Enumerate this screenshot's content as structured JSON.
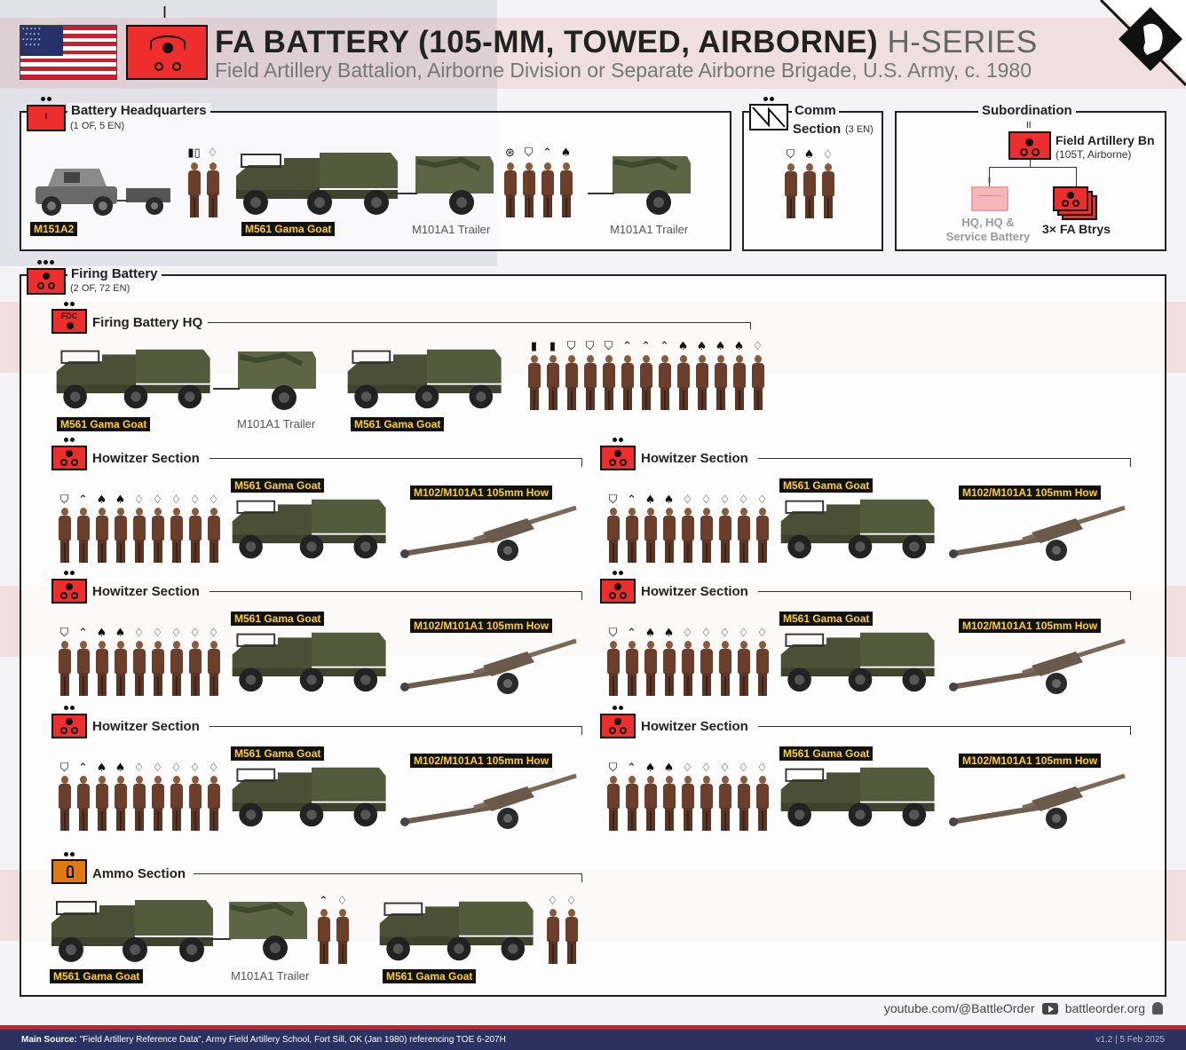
{
  "header": {
    "title": "FA BATTERY (105-MM, TOWED, AIRBORNE)",
    "series": "H-SERIES",
    "subtitle": "Field Artillery Battalion, Airborne Division or Separate Airborne Brigade, U.S. Army, c. 1980",
    "unit_symbol_mark": "I"
  },
  "battery_hq": {
    "title": "Battery Headquarters",
    "strength": "(1 OF, 5 EN)",
    "sym_text": "I",
    "vehicles": {
      "jeep": "M151A2",
      "goat": "M561 Gama Goat",
      "trailer1": "M101A1 Trailer",
      "trailer2": "M101A1 Trailer"
    },
    "ranks_a": [
      "▮▯",
      "♢"
    ],
    "ranks_b": [
      "⊛",
      "⛉",
      "⌃",
      "♠"
    ]
  },
  "comm": {
    "title_1": "Comm",
    "title_2": "Section",
    "strength": "(3 EN)",
    "ranks": [
      "⛉",
      "♠",
      "♢"
    ]
  },
  "subordination": {
    "title": "Subordination",
    "parent_name": "Field Artillery Bn",
    "parent_sub": "(105T, Airborne)",
    "parent_mark": "II",
    "child_mark": "II",
    "child1": "HQ, HQ & Service Battery",
    "child1_line1": "HQ, HQ &",
    "child1_line2": "Service Battery",
    "child2": "3× FA Btrys"
  },
  "firing_battery": {
    "title": "Firing Battery",
    "strength": "(2 OF, 72 EN)"
  },
  "fb_hq": {
    "title": "Firing Battery HQ",
    "sym_text": "FDC",
    "goat1": "M561 Gama Goat",
    "trailer": "M101A1 Trailer",
    "goat2": "M561 Gama Goat",
    "ranks": [
      "▮",
      "▮",
      "⛉",
      "⛉",
      "⛉",
      "⌃",
      "⌃",
      "⌃",
      "♠",
      "♠",
      "♠",
      "♠",
      "♢"
    ]
  },
  "howitzer_sections": [
    {
      "title": "Howitzer Section",
      "goat": "M561 Gama Goat",
      "gun": "M102/M101A1 105mm How"
    },
    {
      "title": "Howitzer Section",
      "goat": "M561 Gama Goat",
      "gun": "M102/M101A1 105mm How"
    },
    {
      "title": "Howitzer Section",
      "goat": "M561 Gama Goat",
      "gun": "M102/M101A1 105mm How"
    },
    {
      "title": "Howitzer Section",
      "goat": "M561 Gama Goat",
      "gun": "M102/M101A1 105mm How"
    },
    {
      "title": "Howitzer Section",
      "goat": "M561 Gama Goat",
      "gun": "M102/M101A1 105mm How"
    },
    {
      "title": "Howitzer Section",
      "goat": "M561 Gama Goat",
      "gun": "M102/M101A1 105mm How"
    }
  ],
  "howitzer_ranks": [
    "⛉",
    "⌃",
    "♠",
    "♠",
    "♢",
    "♢",
    "♢",
    "♢",
    "♢"
  ],
  "ammo": {
    "title": "Ammo Section",
    "goat1": "M561 Gama Goat",
    "trailer": "M101A1 Trailer",
    "goat2": "M561 Gama Goat",
    "ranks_a": [
      "⌃",
      "♢"
    ],
    "ranks_b": [
      "♢",
      "♢"
    ]
  },
  "footer": {
    "youtube": "youtube.com/@BattleOrder",
    "site": "battleorder.org",
    "source_label": "Main Source:",
    "source": "\"Field Artillery Reference Data\", Army Field Artillery School, Fort Sill, OK (Jan 1980) referencing TOE 6-207H",
    "version": "v1.2 | 5 Feb 2025"
  },
  "colors": {
    "unit_red": "#ee2d2d",
    "ammo_orange": "#e07a10",
    "tag_bg": "#111111",
    "tag_text": "#ffd21a",
    "footer_navy": "#2b3261"
  }
}
